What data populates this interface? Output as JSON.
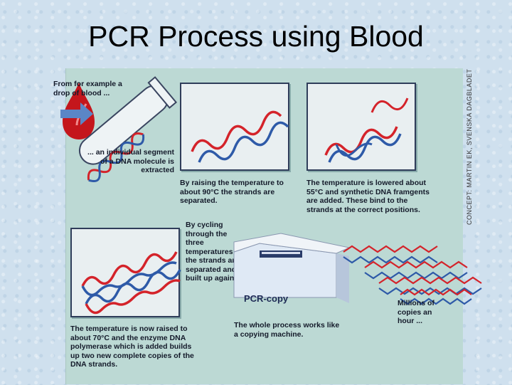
{
  "title": "PCR Process using Blood",
  "credit": "CONCEPT: MARTIN EK, SVENSKA DAGBLADET",
  "steps": {
    "drop": "From for example a drop of blood ...",
    "extract": "... an individual segment of a DNA molecule is extracted",
    "separate": "By raising the temperature to about 90°C the strands are separated.",
    "lower": "The temperature is lowered about 55°C and synthetic DNA framgents are added. These bind to the strands at the correct positions.",
    "cycle": "By cycling through the three temperatures the strands are separated and built up again.",
    "raise": "The temperature is now raised to about 70°C and the enzyme DNA polymerase which is added builds up two new complete copies of the DNA strands.",
    "machine_label": "PCR-copy",
    "machine_caption": "The whole process works like a copying machine.",
    "millions": "Millions of copies an hour ..."
  },
  "colors": {
    "red": "#d4232a",
    "blue": "#2e5aa8",
    "panel": "#bcd9d4"
  }
}
